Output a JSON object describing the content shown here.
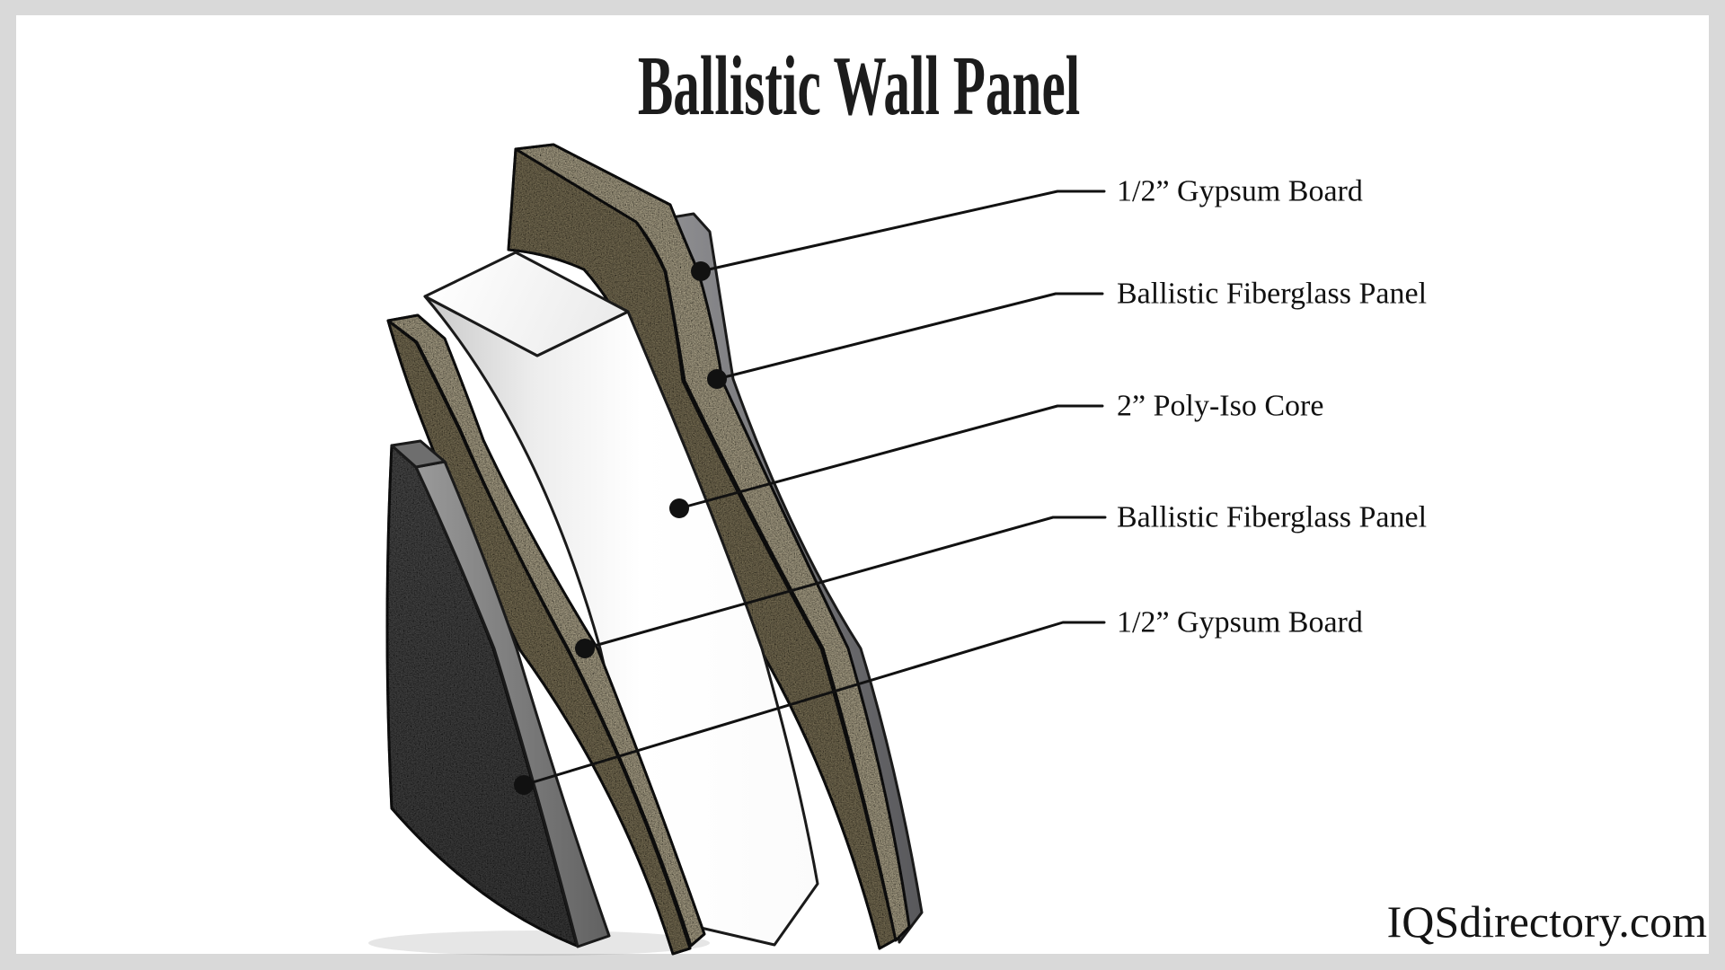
{
  "title": "Ballistic Wall Panel",
  "watermark": "IQSdirectory.com",
  "callouts": [
    {
      "text": "1/2” Gypsum Board"
    },
    {
      "text": "Ballistic Fiberglass Panel"
    },
    {
      "text": "2” Poly-Iso Core"
    },
    {
      "text": "Ballistic Fiberglass Panel"
    },
    {
      "text": "1/2” Gypsum Board"
    }
  ],
  "colors": {
    "frame": "#d9d9d9",
    "background": "#ffffff",
    "line": "#111111",
    "text": "#111111",
    "title_text": "#1c1c1c",
    "gypsum_face_dark": "#565656",
    "gypsum_top_face": "#6e6e6e",
    "fiberglass_dark": "#9a8e6d",
    "fiberglass_light": "#d8cdad",
    "core_white": "#ffffff",
    "core_shade": "#c9c9c9"
  }
}
